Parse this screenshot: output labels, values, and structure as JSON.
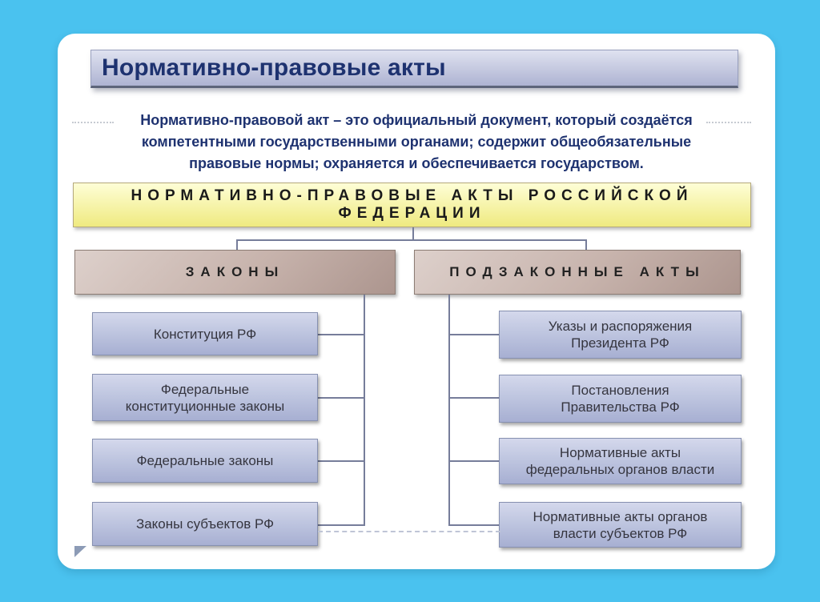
{
  "slide": {
    "title": "Нормативно-правовые акты",
    "definition": [
      "Нормативно-правовой акт – это официальный документ, который создаётся",
      "компетентными государственными органами; содержит общеобязательные",
      "правовые нормы; охраняется и обеспечивается государством."
    ]
  },
  "diagram": {
    "root_label": "НОРМАТИВНО-ПРАВОВЫЕ АКТЫ РОССИЙСКОЙ ФЕДЕРАЦИИ",
    "branches": [
      {
        "label": "ЗАКОНЫ",
        "children": [
          "Конституция РФ",
          "Федеральные конституционные законы",
          "Федеральные законы",
          "Законы субъектов РФ"
        ]
      },
      {
        "label": "ПОДЗАКОННЫЕ АКТЫ",
        "children": [
          "Указы и распоряжения Президента РФ",
          "Постановления Правительства РФ",
          "Нормативные акты федеральных органов власти",
          "Нормативные акты органов власти субъектов РФ"
        ]
      }
    ]
  },
  "colors": {
    "sky": "#4AC2EF",
    "card": "#FFFFFF",
    "navy": "#1E3270",
    "ink": "#1A1A1A",
    "leaf_ink": "#35353F",
    "titlebar_top": "#DFE2F0",
    "titlebar_bot": "#AEB3D2",
    "titlebar_border": "#99A0BE",
    "titlebar_underline": "#5D647A",
    "yellow_top": "#FEFED6",
    "yellow_bot": "#EFEA80",
    "yellow_border": "#B5A97C",
    "brown_top": "#DDD0CB",
    "brown_bot": "#AC958E",
    "brown_border": "#8C7C74",
    "lav_top": "#D4D8EC",
    "lav_bot": "#A7AFD2",
    "lav_border": "#8791B1",
    "line": "#767D9A",
    "dash": "#BFC5D6",
    "dots": "#C6CAD2",
    "tail": "#8C9BB6"
  }
}
